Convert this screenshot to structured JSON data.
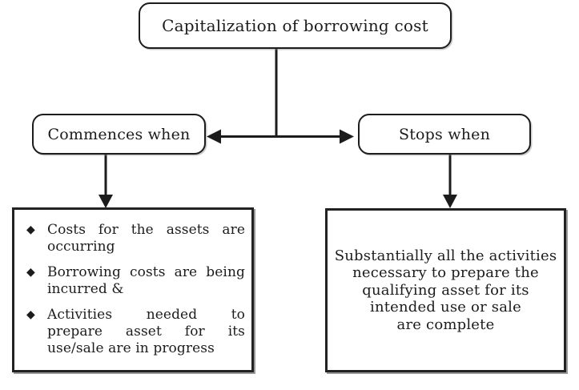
{
  "diagram": {
    "root": {
      "label": "Capitalization of borrowing cost"
    },
    "branches": [
      {
        "label": "Commences when"
      },
      {
        "label": "Stops when"
      }
    ],
    "commences_details": {
      "bullet_char": "◆",
      "items": [
        "Costs for the assets are occurring",
        "Borrowing costs are being incurred &",
        "Activities needed to prepare asset for its use/sale are in progress"
      ]
    },
    "stops_details": {
      "lines": [
        "Substantially all the activities",
        "necessary to prepare the",
        "qualifying asset for its",
        "intended use or sale",
        "are complete"
      ]
    },
    "colors": {
      "ink": "#1c1c1c",
      "background": "#ffffff"
    }
  }
}
